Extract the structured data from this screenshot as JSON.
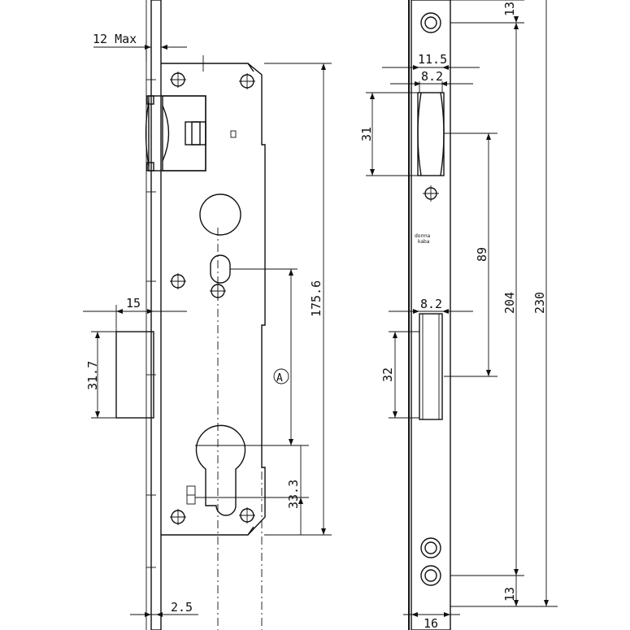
{
  "dimensions": {
    "max_12": "12 Max",
    "d_2_5": "2.5",
    "d_15": "15",
    "d_31_7": "31.7",
    "d_175_6": "175.6",
    "d_33_3": "33.3",
    "label_a": "A",
    "d_11_5": "11.5",
    "d_8_2_top": "8.2",
    "d_31": "31",
    "d_89": "89",
    "d_204": "204",
    "d_230": "230",
    "d_8_2_mid": "8.2",
    "d_32": "32",
    "d_13_top": "13",
    "d_13_bottom": "13",
    "d_16": "16"
  },
  "logo_text": [
    "dorma",
    "kaba"
  ]
}
